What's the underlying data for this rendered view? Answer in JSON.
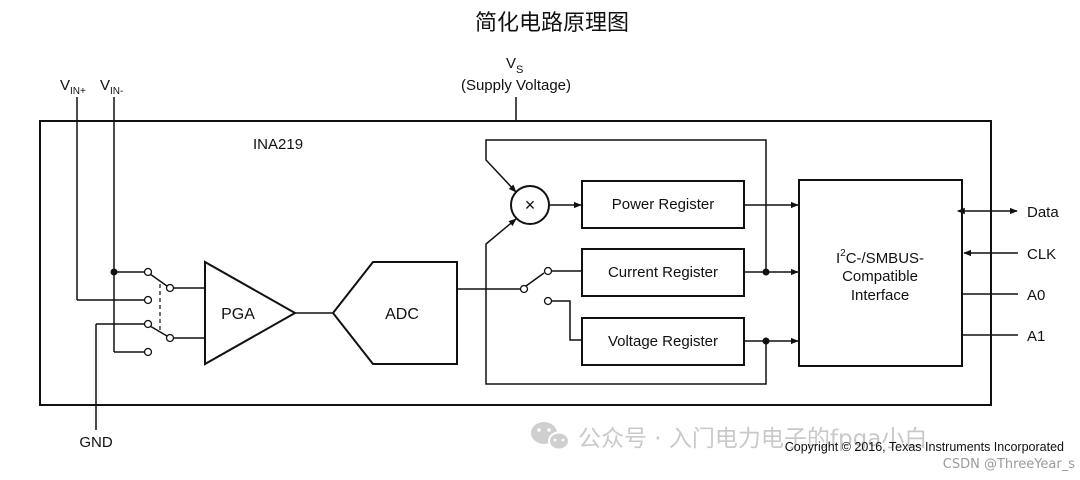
{
  "title": "简化电路原理图",
  "supply": {
    "symbol": "V",
    "subscript": "S",
    "caption": "(Supply Voltage)"
  },
  "inputs": {
    "vin_plus": {
      "symbol": "V",
      "subscript": "IN+"
    },
    "vin_minus": {
      "symbol": "V",
      "subscript": "IN-"
    },
    "gnd": "GND"
  },
  "chip_name": "INA219",
  "blocks": {
    "pga": "PGA",
    "adc": "ADC",
    "multiplier": "×",
    "power_register": "Power Register",
    "current_register": "Current Register",
    "voltage_register": "Voltage Register",
    "interface": {
      "sup": "2",
      "line1_pre": "I",
      "line1_post": "C-/SMBUS-",
      "line2": "Compatible",
      "line3": "Interface"
    }
  },
  "pins": {
    "data": "Data",
    "clk": "CLK",
    "a0": "A0",
    "a1": "A1"
  },
  "copyright": "Copyright © 2016, Texas Instruments Incorporated",
  "watermark": "公众号 · 入门电力电子的fpga小白",
  "csdn": "CSDN @ThreeYear_s"
}
